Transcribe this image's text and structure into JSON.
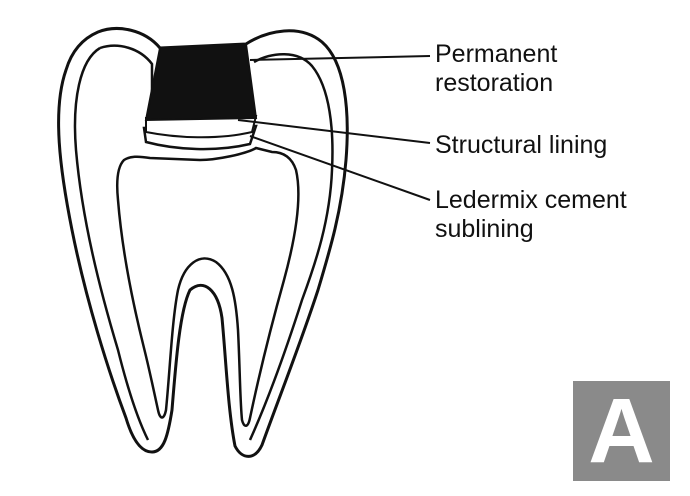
{
  "labels": {
    "permanent_restoration": [
      "Permanent",
      "restoration"
    ],
    "structural_lining": "Structural lining",
    "ledermix": [
      "Ledermix cement",
      "sublining"
    ]
  },
  "panel": {
    "letter": "A",
    "badge_color": "#8a8a8a"
  },
  "colors": {
    "ink": "#111111",
    "restoration_fill": "#111111",
    "background": "#ffffff"
  }
}
